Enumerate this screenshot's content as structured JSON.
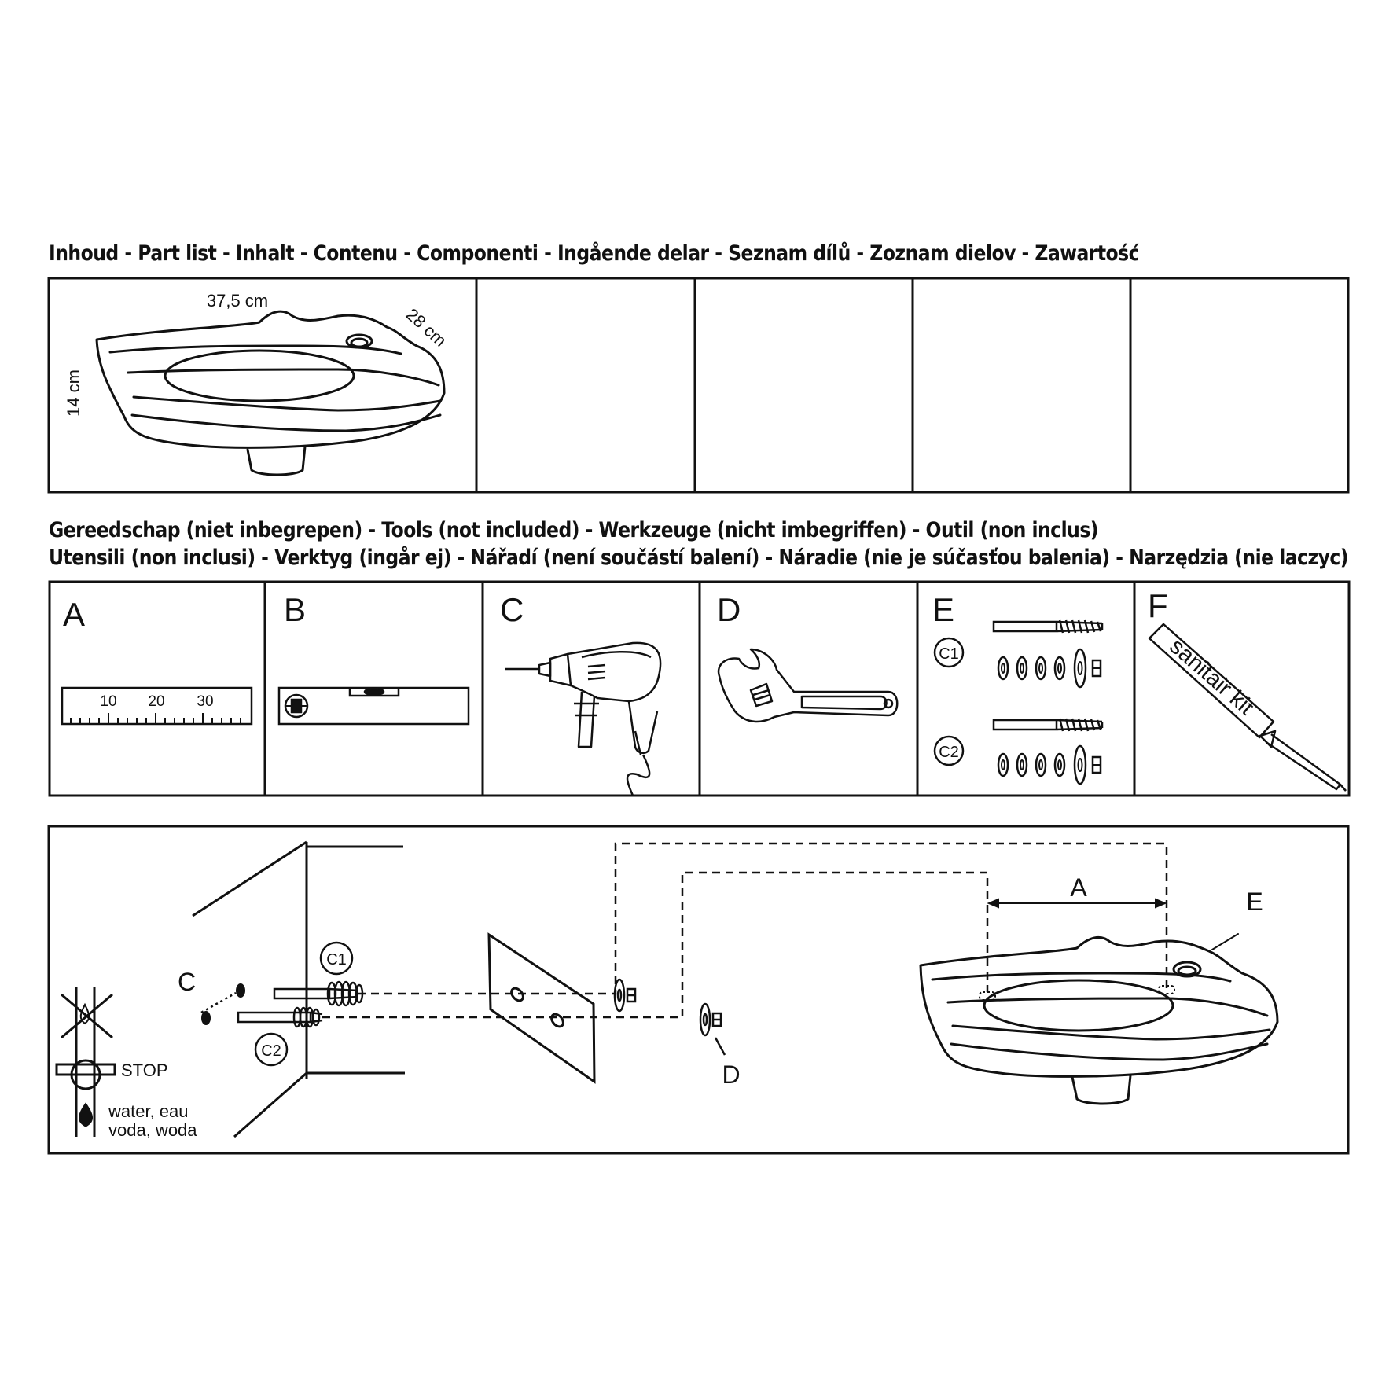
{
  "headings": {
    "parts": "Inhoud - Part list - Inhalt - Contenu - Componenti - Ingående delar - Seznam dílů - Zoznam dielov - Zawartość",
    "tools_line1": "Gereedschap (niet inbegrepen) - Tools (not included) -  Werkzeuge (nicht imbegriffen) - Outil (non inclus)",
    "tools_line2": "Utensili (non inclusi) - Verktyg (ingår ej) - Nářadí (není součástí balení) - Náradie (nie je súčasťou balenia) - Narzędzia (nie laczyc)"
  },
  "parts": {
    "width": "37,5 cm",
    "depth": "28 cm",
    "height": "14 cm"
  },
  "tools": {
    "a": {
      "letter": "A",
      "ticks": [
        "10",
        "20",
        "30"
      ]
    },
    "b": {
      "letter": "B"
    },
    "c": {
      "letter": "C"
    },
    "d": {
      "letter": "D"
    },
    "e": {
      "letter": "E",
      "c1": "C1",
      "c2": "C2"
    },
    "f": {
      "letter": "F",
      "tube_label": "sanitair kit"
    }
  },
  "assembly": {
    "label_a": "A",
    "label_c": "C",
    "label_d": "D",
    "label_e": "E",
    "label_c1": "C1",
    "label_c2": "C2",
    "stop": "STOP",
    "water_line1": "water, eau",
    "water_line2": "voda, woda"
  }
}
